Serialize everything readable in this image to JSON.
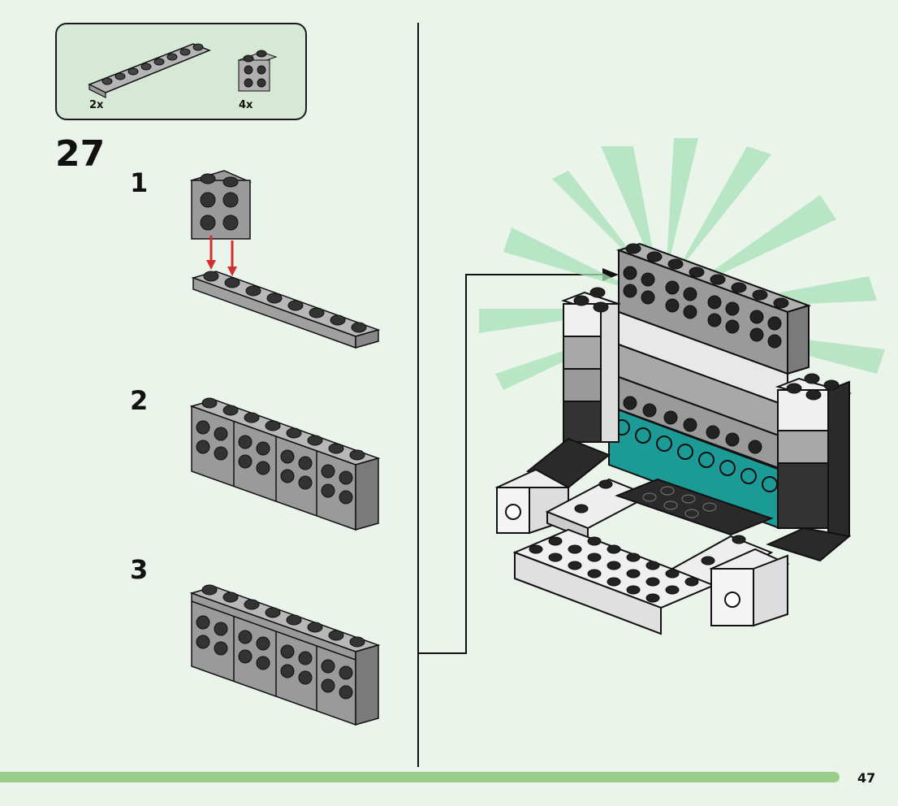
{
  "parts_list": {
    "items": [
      {
        "part": "1x8 plate",
        "color": "light-gray",
        "quantity": "2x"
      },
      {
        "part": "1x2 brick with studs on side",
        "color": "dark-gray",
        "quantity": "4x"
      }
    ]
  },
  "step": {
    "number": "27",
    "substeps": [
      {
        "number": "1"
      },
      {
        "number": "2"
      },
      {
        "number": "3"
      }
    ]
  },
  "page_number": "47",
  "colors": {
    "background": "#eaf4ea",
    "parts_box": "#d6e8d6",
    "footer_bar": "#9bcd8a",
    "brick_light_gray": "#b0b0b0",
    "brick_dark_gray": "#333333",
    "teal": "#1c9a96",
    "arrow_red": "#d32f2f",
    "burst_green": "#9fdcaf"
  }
}
